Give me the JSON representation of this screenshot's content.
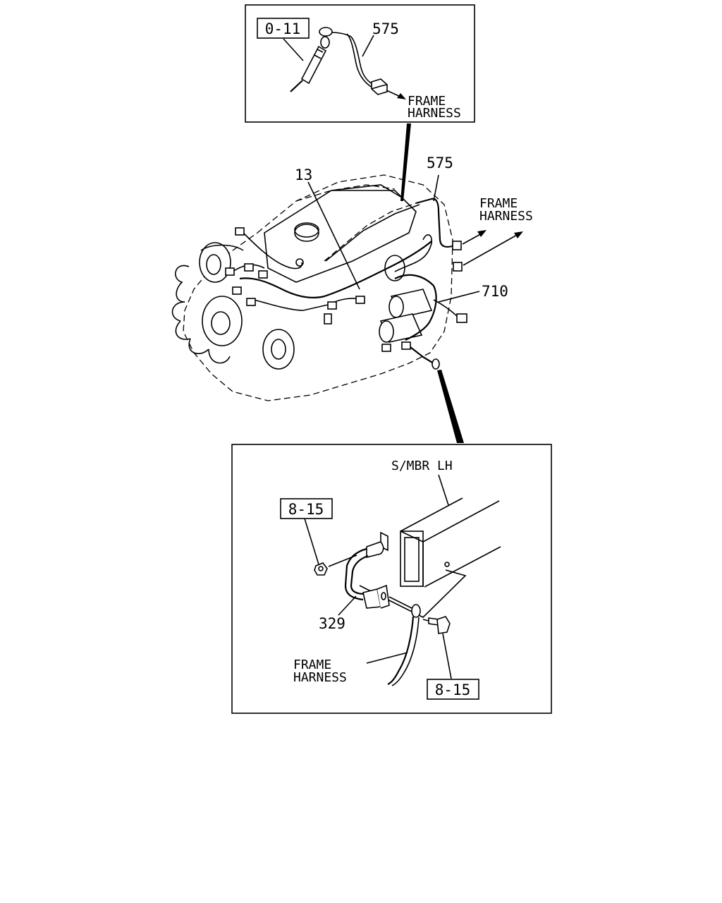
{
  "top_inset": {
    "ref_code": "0-11",
    "part_number": "575",
    "leader_text_line1": "FRAME",
    "leader_text_line2": "HARNESS"
  },
  "engine": {
    "part_harness_main": "13",
    "part_harness_top": "575",
    "part_harness_starter": "710",
    "frame_line1": "FRAME",
    "frame_line2": "HARNESS"
  },
  "bottom_inset": {
    "member_label": "S/MBR LH",
    "ref_code_left": "8-15",
    "ref_code_right": "8-15",
    "part_number": "329",
    "frame_line1": "FRAME",
    "frame_line2": "HARNESS"
  }
}
